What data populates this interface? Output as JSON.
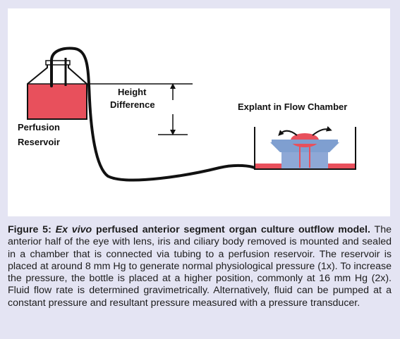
{
  "diagram": {
    "height_label_line1": "Height",
    "height_label_line2": "Difference",
    "chamber_label": "Explant in Flow Chamber",
    "reservoir_label_line1": "Perfusion",
    "reservoir_label_line2": "Reservoir"
  },
  "caption": {
    "figure_number": "Figure 5:",
    "title_italic": "Ex vivo",
    "title_rest": "perfused anterior segment organ culture outflow model.",
    "body": "The anterior half of the eye with lens, iris and ciliary body removed is mounted and sealed in a chamber that is connected via tubing to a perfusion reservoir. The reservoir is placed at around 8 mm Hg to generate normal physiological pressure (1x). To increase the pressure, the bottle is placed at a higher position, commonly at 16 mm Hg (2x). Fluid flow rate is determined gravimetrically. Alternatively, fluid can be pumped at a constant pressure and resultant pressure measured with a pressure transducer."
  },
  "colors": {
    "background": "#e4e4f3",
    "fluid_red": "#e8505c",
    "chamber_blue": "#7f9fd0"
  }
}
